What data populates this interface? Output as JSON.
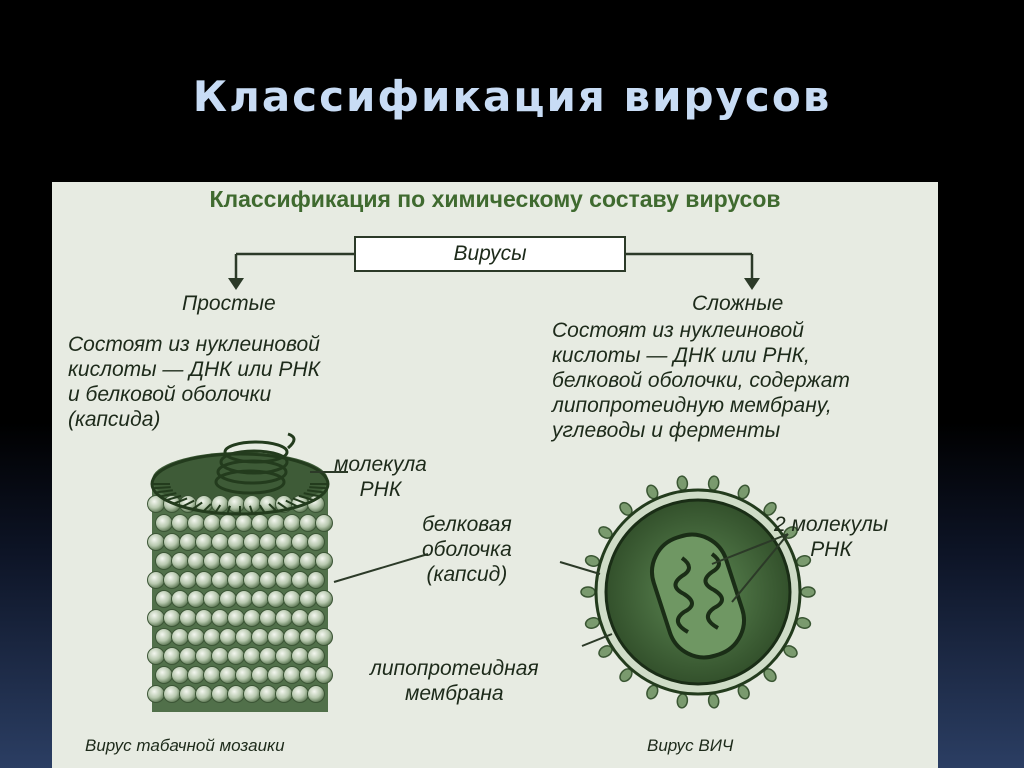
{
  "slide": {
    "title": "Классификация вирусов"
  },
  "figure": {
    "heading": "Классификация по химическому составу вирусов",
    "root_box": "Вирусы",
    "simple": {
      "title": "Простые",
      "description": "Состоят из нуклеиновой\nкислоты — ДНК или РНК\nи белковой оболочки\n(капсида)"
    },
    "complex": {
      "title": "Сложные",
      "description": "Состоят из нуклеиновой\nкислоты — ДНК или РНК,\nбелковой оболочки, содержат\nлипопротеидную мембрану,\nуглеводы и ферменты"
    },
    "labels": {
      "rna_molecule": "молекула\nРНК",
      "protein_coat": "белковая\nоболочка\n(капсид)",
      "two_rna": "2 молекулы\nРНК",
      "lipoprotein_membrane": "липопротеидная\nмембрана"
    },
    "captions": {
      "tobacco_mosaic": "Вирус табачной мозаики",
      "hiv": "Вирус ВИЧ"
    },
    "colors": {
      "heading_green": "#3f6a2f",
      "virus_green": "#4f7a45",
      "dark_green": "#233b1d"
    }
  }
}
